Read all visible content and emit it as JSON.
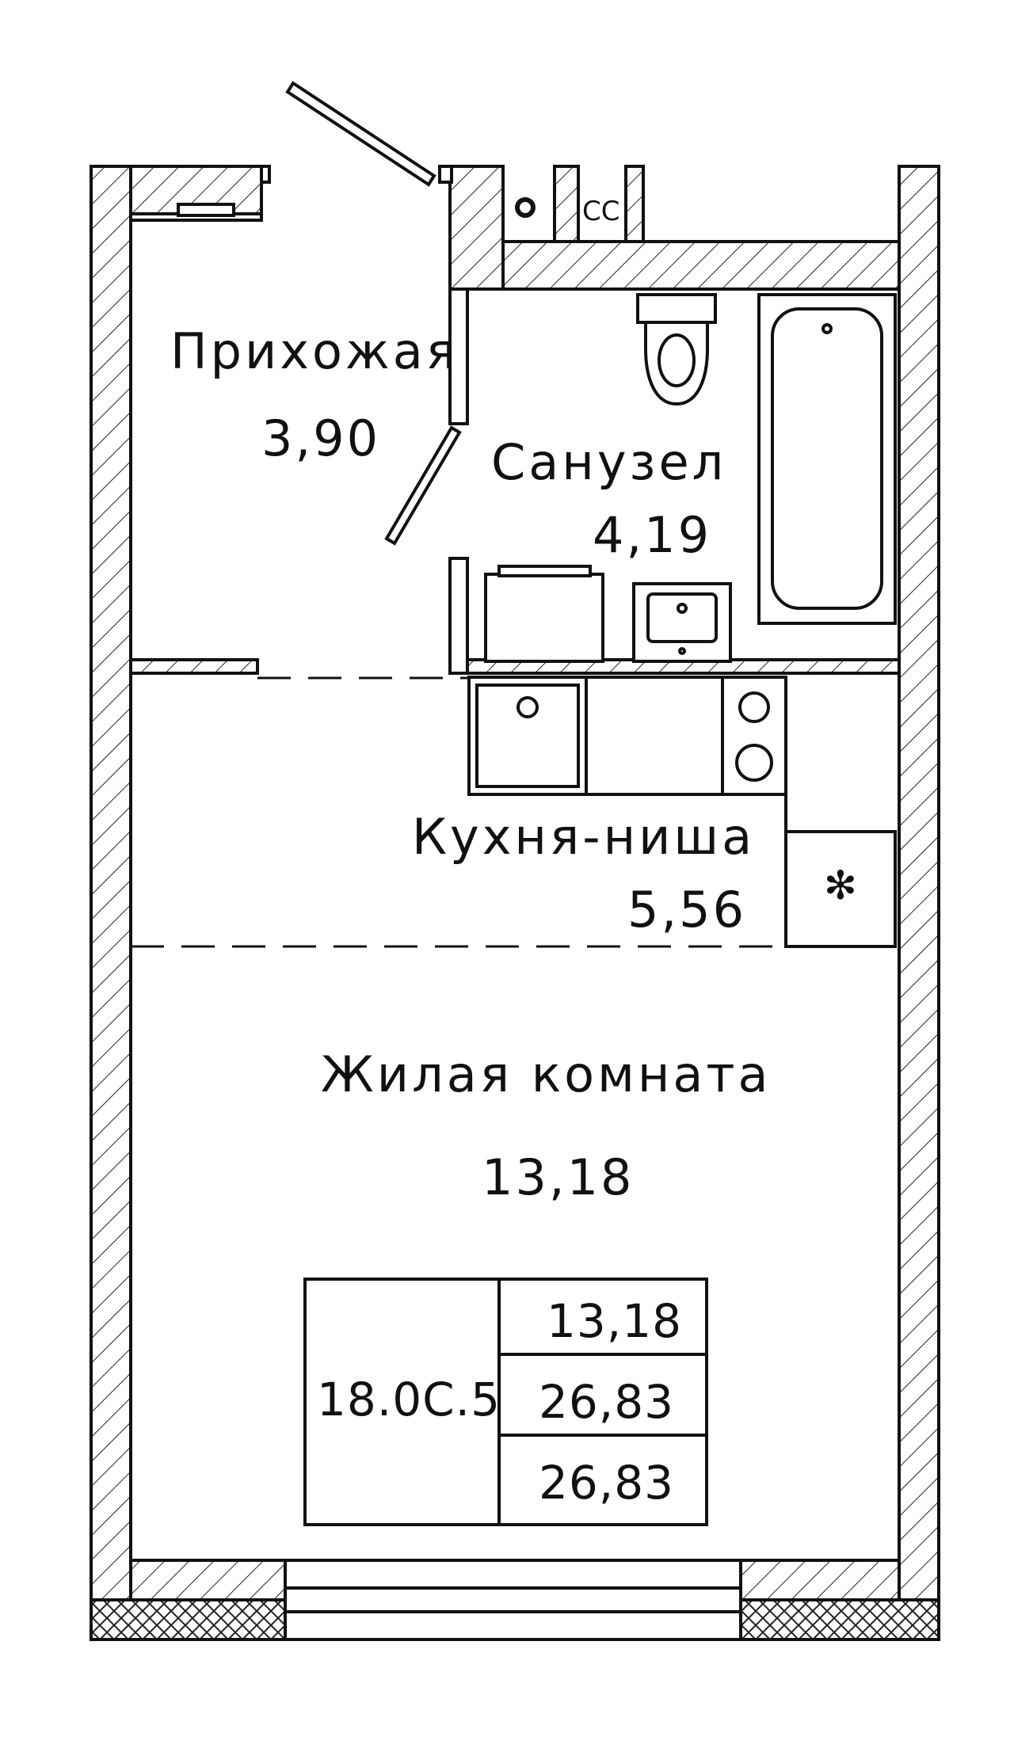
{
  "rooms": {
    "hallway": {
      "name": "Прихожая",
      "area": "3,90"
    },
    "bathroom": {
      "name": "Санузел",
      "area": "4,19"
    },
    "kitchen": {
      "name": "Кухня-ниша",
      "area": "5,56"
    },
    "living": {
      "name": "Жилая комната",
      "area": "13,18"
    }
  },
  "shaft_label": "СС",
  "stamp": {
    "code": "18.0С.5",
    "living_area": "13,18",
    "total_area": "26,83",
    "total_area_with_balcony": "26,83"
  },
  "colors": {
    "line": "#111111",
    "hatch": "#333333",
    "background": "#ffffff"
  }
}
